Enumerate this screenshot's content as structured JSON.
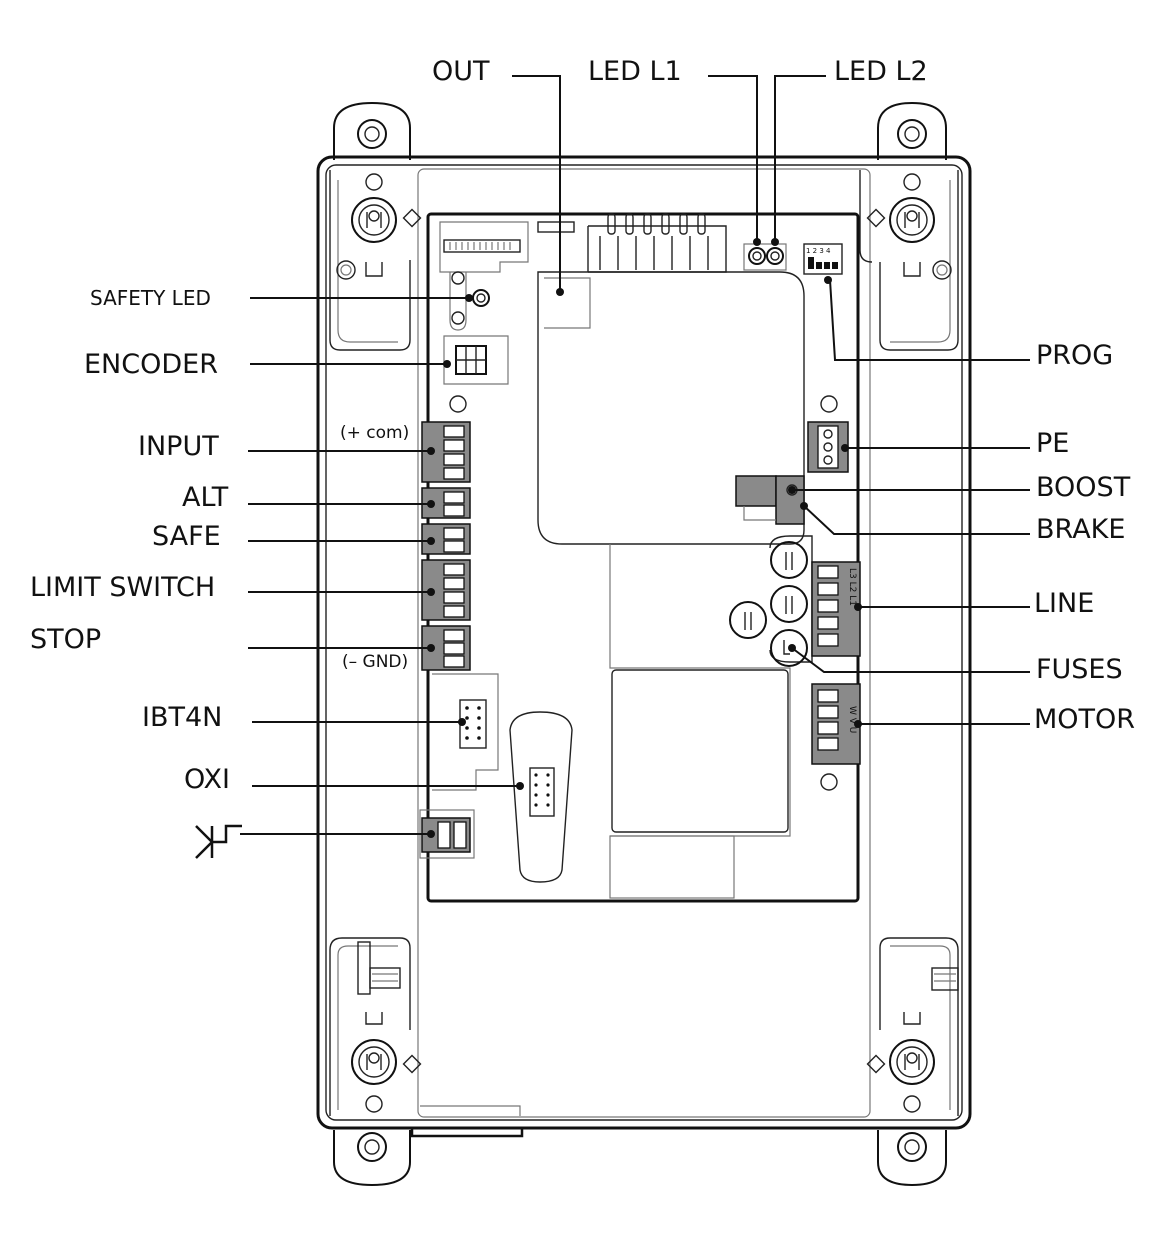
{
  "labels": {
    "out": "OUT",
    "led_l1": "LED L1",
    "led_l2": "LED L2",
    "safety_led": "SAFETY LED",
    "encoder": "ENCODER",
    "prog": "PROG",
    "input": "INPUT",
    "com_note": "(+ com)",
    "pe": "PE",
    "alt": "ALT",
    "boost": "BOOST",
    "safe": "SAFE",
    "brake": "BRAKE",
    "limit_switch": "LIMIT SWITCH",
    "line": "LINE",
    "stop": "STOP",
    "gnd_note": "(– GND)",
    "fuses": "FUSES",
    "ibt4n": "IBT4N",
    "motor": "MOTOR",
    "oxi": "OXI",
    "dip_numbers": "1 2 3 4",
    "line_marks": "L3 L2 L1",
    "motor_marks": "W V U"
  },
  "icons": {
    "antenna": "antenna-icon"
  }
}
